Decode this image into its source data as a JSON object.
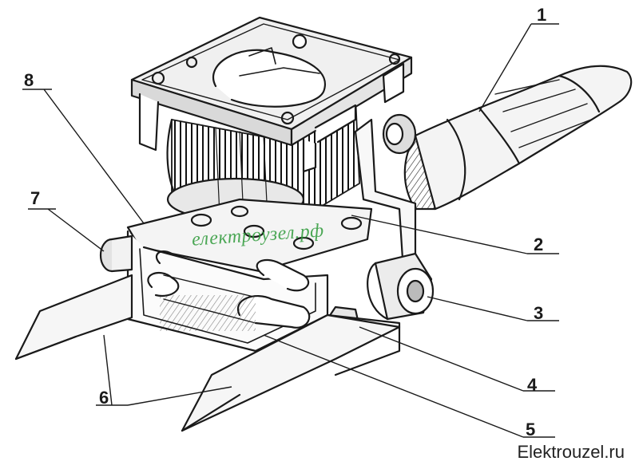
{
  "labels": {
    "n1": "1",
    "n2": "2",
    "n3": "3",
    "n4": "4",
    "n5": "5",
    "n6": "6",
    "n7": "7",
    "n8": "8"
  },
  "watermark": "електроузел.рф",
  "site": "Elektrouzel.ru",
  "colors": {
    "ink": "#1a1a1a",
    "watermark": "#2e9a3a",
    "paper": "#ffffff"
  }
}
